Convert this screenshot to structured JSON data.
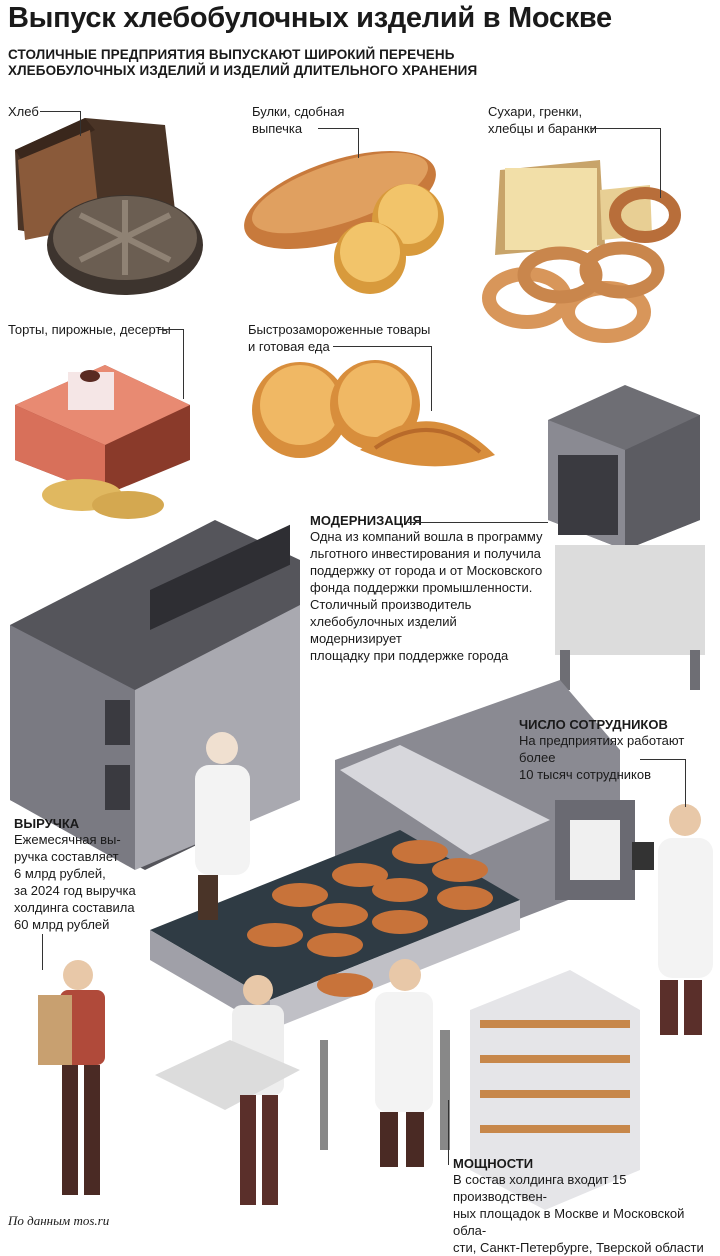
{
  "title": "Выпуск хлебобулочных изделий в Москве",
  "subtitle": "СТОЛИЧНЫЕ ПРЕДПРИЯТИЯ ВЫПУСКАЮТ ШИРОКИЙ ПЕРЕЧЕНЬ ХЛЕБОБУЛОЧНЫХ ИЗДЕЛИЙ И ИЗДЕЛИЙ ДЛИТЕЛЬНОГО ХРАНЕНИЯ",
  "products": {
    "bread": "Хлеб",
    "buns_l1": "Булки, сдобная",
    "buns_l2": "выпечка",
    "crackers_l1": "Сухари, гренки,",
    "crackers_l2": "хлебцы и баранки",
    "cakes": "Торты, пирожные, десерты",
    "frozen_l1": "Быстрозамороженные товары",
    "frozen_l2": "и готовая еда"
  },
  "modernization": {
    "heading": "МОДЕРНИЗАЦИЯ",
    "lines": [
      "Одна из компаний вошла в программу",
      "льготного инвестирования и получила",
      "поддержку от города и от Московского",
      "фонда поддержки промышленности.",
      "Столичный производитель",
      "хлебобулочных изделий модернизирует",
      "площадку при поддержке города"
    ]
  },
  "employees": {
    "heading": "ЧИСЛО СОТРУДНИКОВ",
    "lines": [
      "На предприятиях работают более",
      "10 тысяч сотрудников"
    ]
  },
  "revenue": {
    "heading": "ВЫРУЧКА",
    "lines": [
      "Ежемесячная вы-",
      "ручка составляет",
      "6 млрд рублей,",
      "за 2024 год выручка",
      "холдинга составила",
      "60 млрд рублей"
    ]
  },
  "capacity": {
    "heading": "МОЩНОСТИ",
    "lines": [
      "В состав холдинга входит 15 производствен-",
      "ных площадок в Москве и Московской обла-",
      "сти, Санкт-Петербурге, Тверской области"
    ]
  },
  "source": "По данным mos.ru"
}
